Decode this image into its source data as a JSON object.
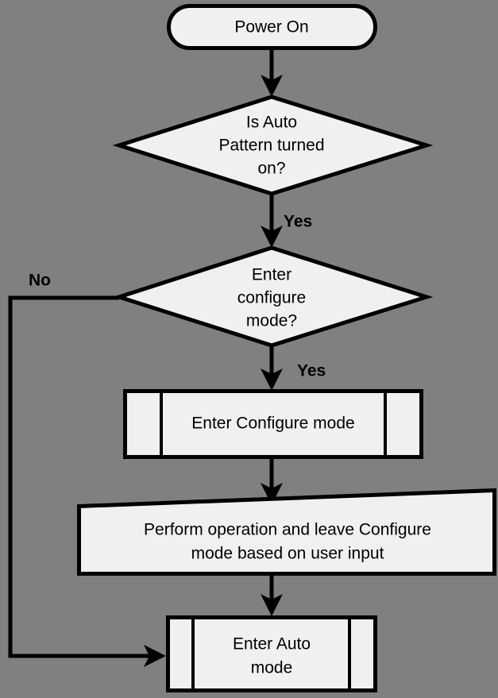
{
  "diagram": {
    "title": "Power On auto/configure mode flowchart",
    "background_color": "#808080",
    "shape_fill_color": "#f0f0f0",
    "shape_stroke_color": "#000000",
    "nodes": [
      {
        "id": "power-on",
        "type": "terminator",
        "label": "Power On",
        "lines": [
          "Power On"
        ]
      },
      {
        "id": "auto-pattern-decision",
        "type": "decision",
        "label": "Is Auto Pattern turned on?",
        "lines": [
          "Is Auto",
          "Pattern turned",
          "on?"
        ]
      },
      {
        "id": "enter-configure-decision",
        "type": "decision",
        "label": "Enter configure mode?",
        "lines": [
          "Enter",
          "configure",
          "mode?"
        ]
      },
      {
        "id": "enter-configure-mode",
        "type": "predefined-process",
        "label": "Enter Configure mode",
        "lines": [
          "Enter Configure mode"
        ]
      },
      {
        "id": "perform-operation",
        "type": "manual-operation",
        "label": "Perform operation and leave Configure mode based on user input",
        "lines": [
          "Perform operation and leave Configure",
          "mode based on user input"
        ]
      },
      {
        "id": "enter-auto-mode",
        "type": "predefined-process",
        "label": "Enter Auto mode",
        "lines": [
          "Enter Auto",
          "mode"
        ]
      }
    ],
    "edges": [
      {
        "id": "e1",
        "from": "power-on",
        "to": "auto-pattern-decision",
        "label": ""
      },
      {
        "id": "e2",
        "from": "auto-pattern-decision",
        "to": "enter-configure-decision",
        "label": "Yes"
      },
      {
        "id": "e3",
        "from": "enter-configure-decision",
        "to": "enter-auto-mode",
        "label": "No"
      },
      {
        "id": "e4",
        "from": "enter-configure-decision",
        "to": "enter-configure-mode",
        "label": "Yes"
      },
      {
        "id": "e5",
        "from": "enter-configure-mode",
        "to": "perform-operation",
        "label": ""
      },
      {
        "id": "e6",
        "from": "perform-operation",
        "to": "enter-auto-mode",
        "label": ""
      }
    ]
  }
}
